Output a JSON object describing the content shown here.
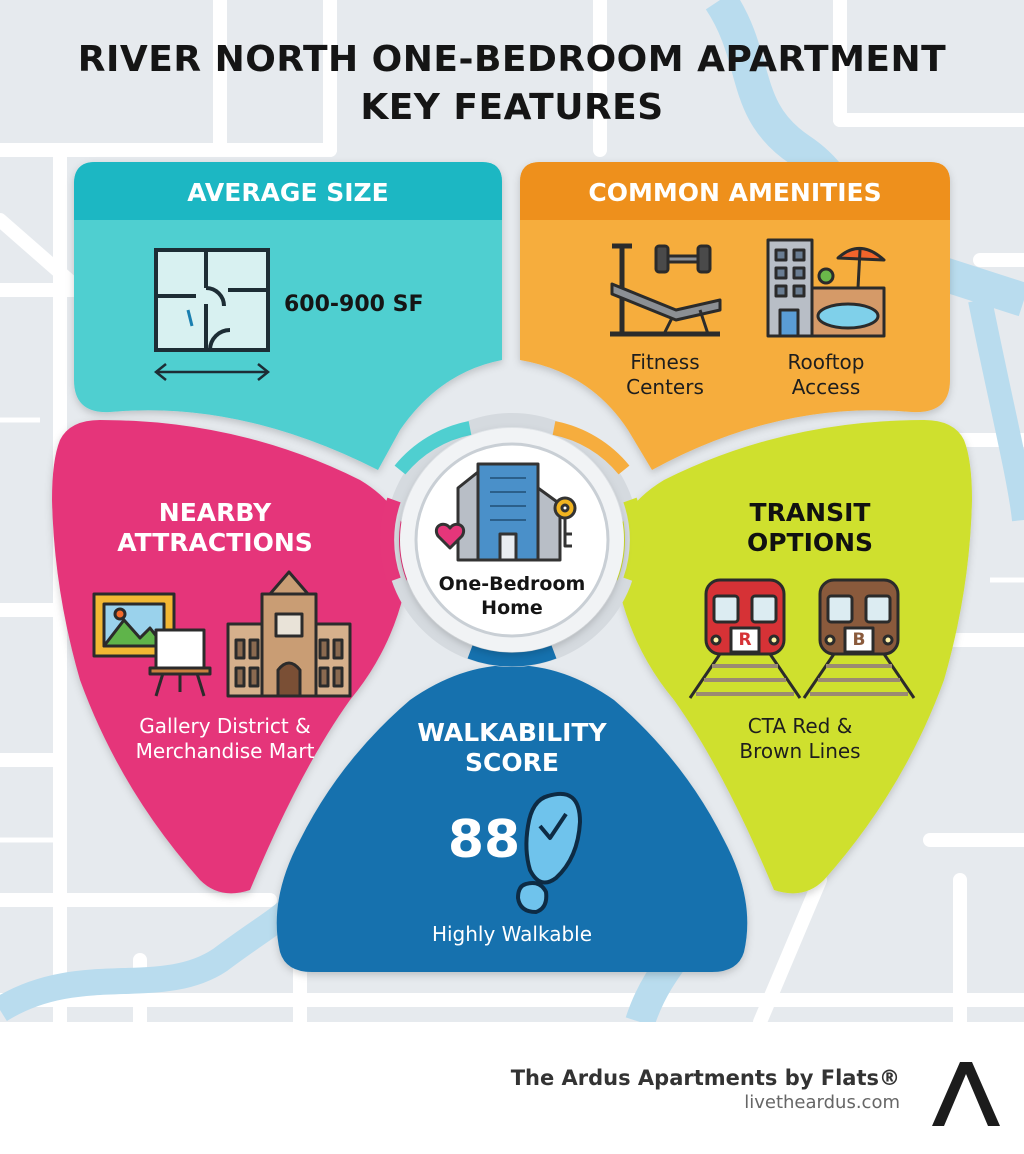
{
  "title": {
    "line1": "RIVER NORTH ONE-BEDROOM APARTMENT",
    "line2": "KEY FEATURES"
  },
  "center": {
    "line1": "One-Bedroom",
    "line2": "Home",
    "icon": "apartment-building-heart-key-icon"
  },
  "sections": {
    "size": {
      "title": "AVERAGE SIZE",
      "value": "600-900 SF",
      "icon": "floor-plan-icon",
      "color": "#4ccfcf",
      "header_color": "#19b7c2"
    },
    "amenities": {
      "title": "COMMON AMENITIES",
      "items": [
        {
          "line1": "Fitness",
          "line2": "Centers",
          "icon": "weight-bench-icon"
        },
        {
          "line1": "Rooftop",
          "line2": "Access",
          "icon": "rooftop-pool-icon"
        }
      ],
      "color": "#f6ac3c",
      "header_color": "#ee8f1e"
    },
    "attractions": {
      "title_line1": "NEARBY",
      "title_line2": "ATTRACTIONS",
      "desc_line1": "Gallery District &",
      "desc_line2": "Merchandise Mart",
      "icons": [
        "painting-easel-icon",
        "merchandise-mart-building-icon"
      ],
      "color": "#e53677"
    },
    "transit": {
      "title_line1": "TRANSIT",
      "title_line2": "OPTIONS",
      "desc_line1": "CTA Red &",
      "desc_line2": "Brown Lines",
      "trains": [
        {
          "letter": "R",
          "color": "#d63236",
          "icon": "red-line-train-icon"
        },
        {
          "letter": "B",
          "color": "#8a5a3c",
          "icon": "brown-line-train-icon"
        }
      ],
      "color": "#cfe02c"
    },
    "walkability": {
      "title_line1": "WALKABILITY",
      "title_line2": "SCORE",
      "score": "88",
      "desc": "Highly Walkable",
      "icon": "footprint-check-icon",
      "color": "#1570ad"
    }
  },
  "footer": {
    "name": "The Ardus Apartments by Flats®",
    "site": "livetheardus.com",
    "logo_letter": "A"
  }
}
